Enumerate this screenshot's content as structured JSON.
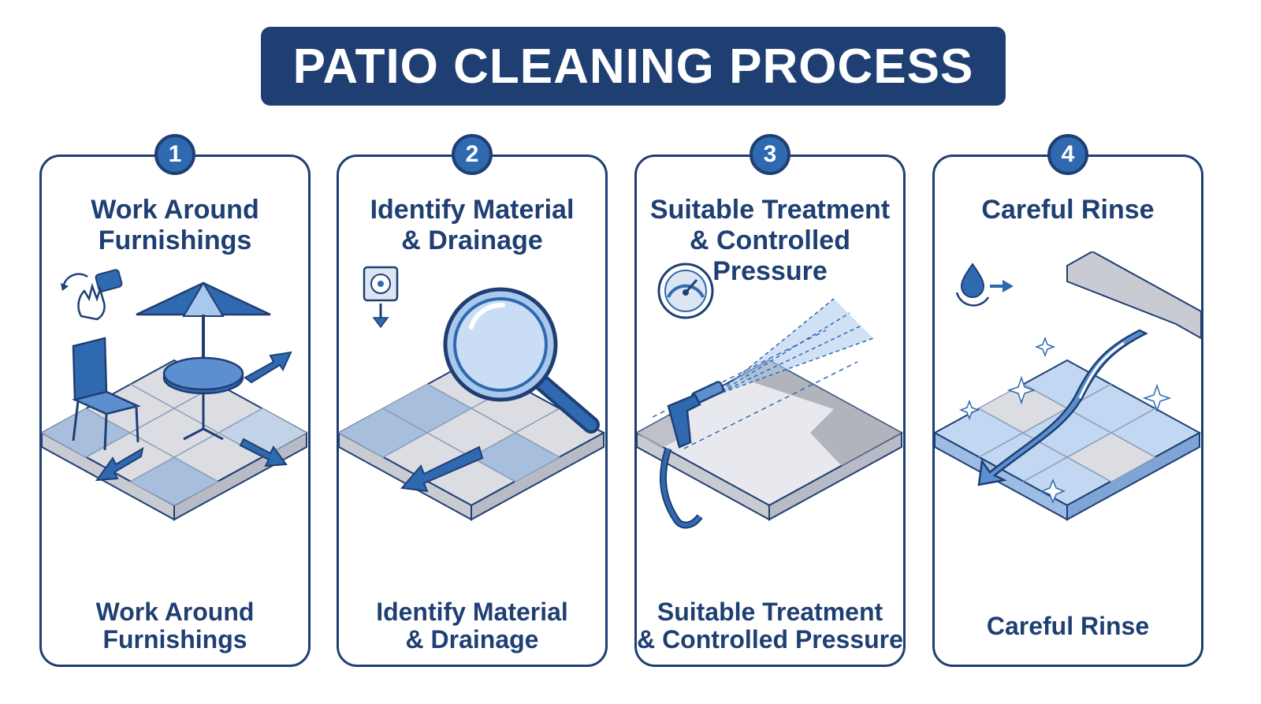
{
  "title": "PATIO CLEANING PROCESS",
  "colors": {
    "navy": "#1f3f73",
    "blue": "#2f69b0",
    "light_blue": "#a9c8ee",
    "tile_gray": "#dcdde3",
    "tile_blue": "#a7bfdc",
    "white": "#ffffff"
  },
  "steps": [
    {
      "number": "1",
      "title": "Work Around\nFurnishings",
      "caption": "Work Around\nFurnishings",
      "icons": [
        "hand-move-icon",
        "umbrella-icon",
        "chair-icon",
        "table-icon",
        "arrow-icon"
      ]
    },
    {
      "number": "2",
      "title": "Identify Material\n& Drainage",
      "caption": "Identify Material\n& Drainage",
      "icons": [
        "drain-icon",
        "magnifying-glass-icon",
        "arrow-icon"
      ]
    },
    {
      "number": "3",
      "title": "Suitable Treatment\n& Controlled Pressure",
      "caption": "Suitable Treatment\n& Controlled Pressure",
      "icons": [
        "pressure-gauge-icon",
        "spray-gun-icon"
      ]
    },
    {
      "number": "4",
      "title": "Careful Rinse",
      "caption": "Careful Rinse",
      "icons": [
        "water-drop-icon",
        "water-stream-icon",
        "sparkle-icon"
      ]
    }
  ]
}
